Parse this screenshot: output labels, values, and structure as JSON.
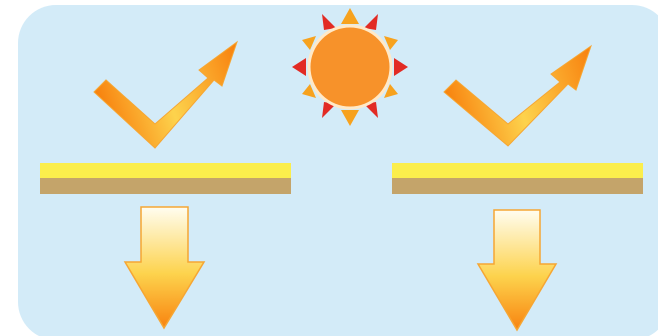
{
  "diagram": {
    "colors": {
      "panel_background": "#d3ebf8",
      "sun_body": "#f7922a",
      "sun_rim": "#ffe9c8",
      "ray_orange": "#f7a21e",
      "ray_red": "#e22b24",
      "yellow_layer": "#fbee4c",
      "tan_layer": "#c4a46a",
      "arrow_light": "#fffdf0",
      "arrow_mid": "#fdd34d",
      "arrow_dark": "#f8830f",
      "arrow_outline": "#f6a633"
    },
    "icons": {
      "sun": "sun-icon",
      "reflected_ray": "reflected-arrow-icon",
      "transmitted_ray": "down-arrow-icon"
    },
    "panels": [
      {
        "side": "left",
        "layers": [
          "yellow",
          "tan"
        ]
      },
      {
        "side": "right",
        "layers": [
          "yellow",
          "tan"
        ]
      }
    ]
  }
}
